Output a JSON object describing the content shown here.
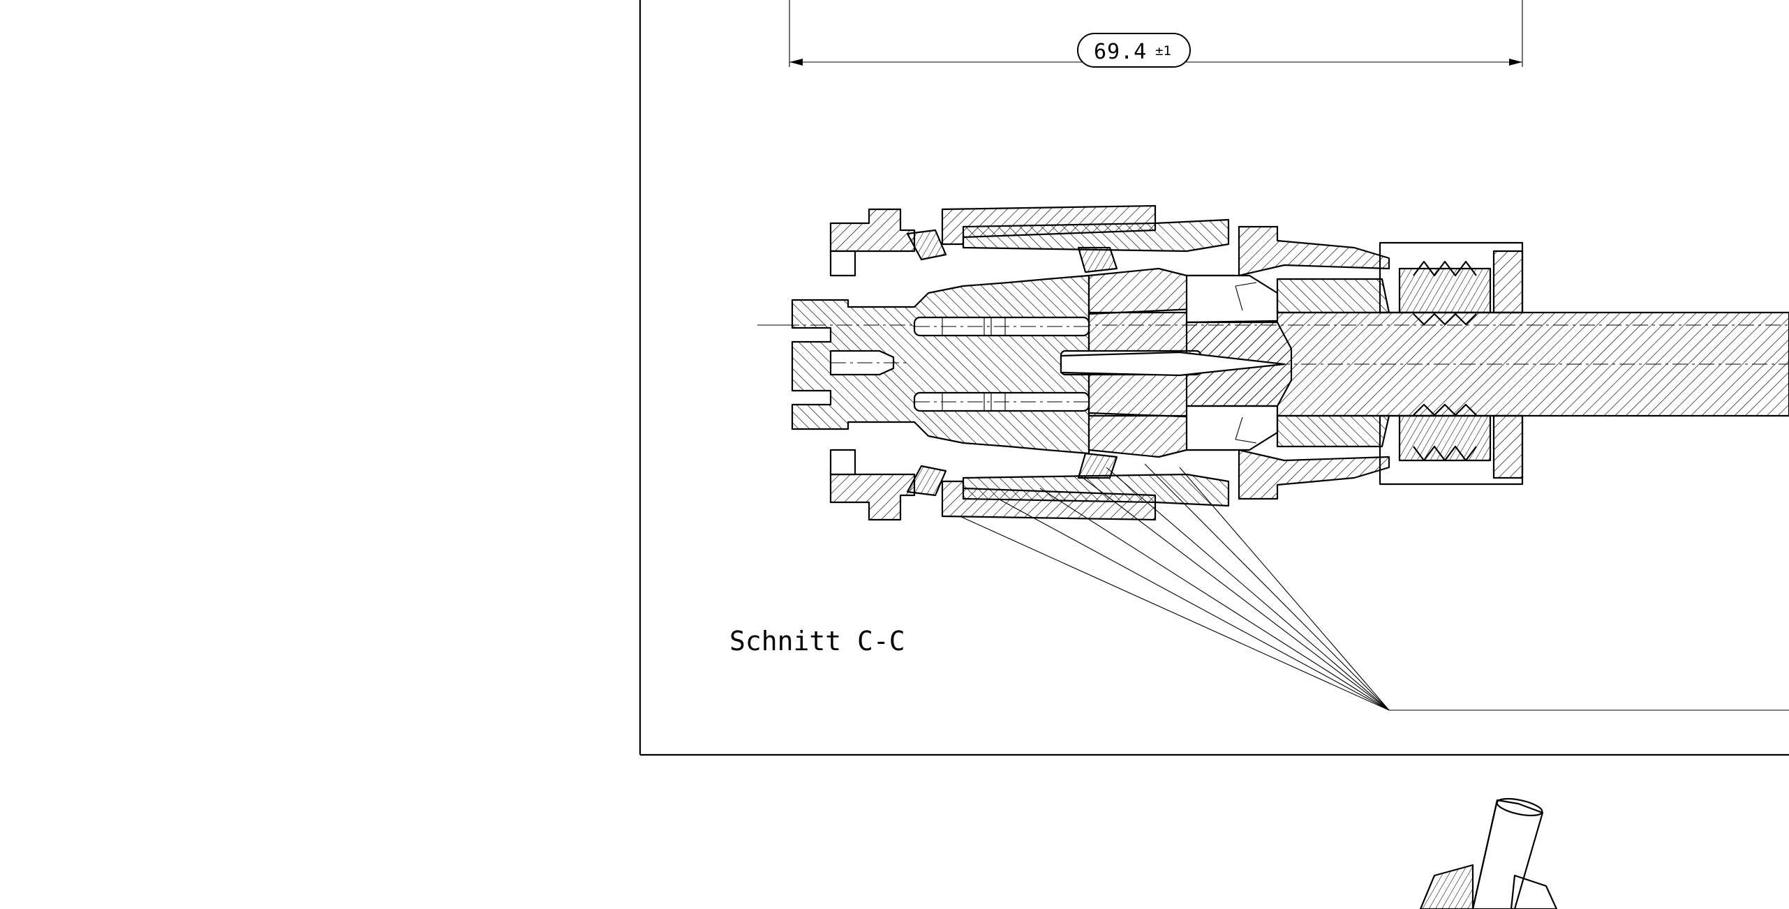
{
  "dimension": {
    "value": "69.4",
    "tolerance": "±1"
  },
  "section_label": "Schnitt C-C"
}
